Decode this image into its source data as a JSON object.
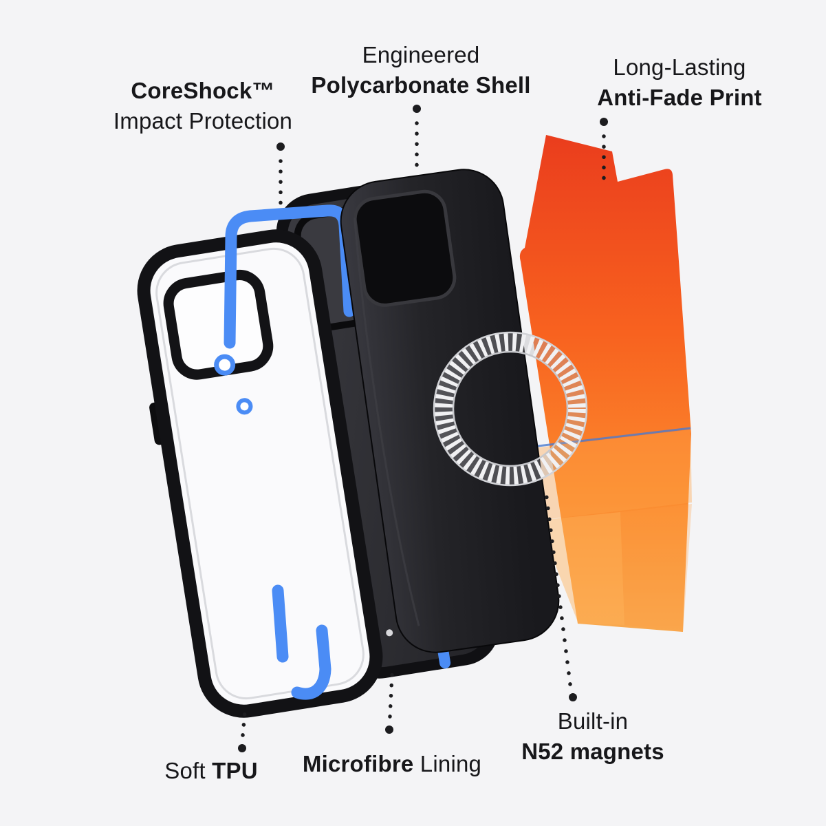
{
  "page": {
    "background": "#f4f4f6"
  },
  "labels": {
    "coreshock": {
      "title": "CoreShock™",
      "subtitle": "Impact Protection"
    },
    "polycarbonate": {
      "intro": "Engineered",
      "title": "Polycarbonate Shell"
    },
    "antifade": {
      "intro": "Long-Lasting",
      "title": "Anti-Fade Print"
    },
    "tpu": {
      "intro": "Soft ",
      "title": "TPU"
    },
    "microfibre": {
      "title": "Microfibre",
      "outro": " Lining"
    },
    "magnets": {
      "intro": "Built-in",
      "title": "N52 magnets"
    }
  },
  "colors": {
    "background": "#f4f4f6",
    "text": "#17171a",
    "accent_blue": "#4b8cf5",
    "case_black": "#141417",
    "ring_silver": "#f1f1f3",
    "print_orange_top": "#ea3d1d",
    "print_orange_upper": "#f8621f",
    "print_orange_mid": "#fb8a2e",
    "print_orange_bottom": "#f8a94f"
  },
  "icons": {
    "leader_dot": "leader-dot",
    "magsafe_ring": "magsafe-ring"
  }
}
